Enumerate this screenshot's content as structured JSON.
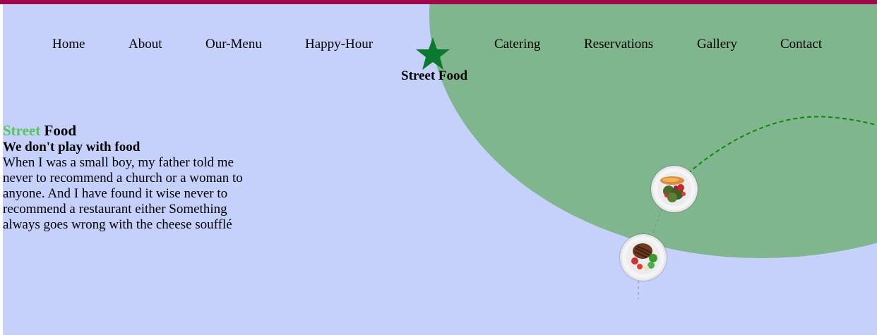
{
  "colors": {
    "page_bg": "#c5d1fb",
    "top_bar": "#a0064a",
    "green_blob": "#80b68e",
    "accent_text": "#55c65a",
    "star": "#0b7a2f",
    "curve": "#0a8a0a"
  },
  "nav": {
    "items": [
      "Home",
      "About",
      "Our-Menu",
      "Happy-Hour",
      "Catering",
      "Reservations",
      "Gallery",
      "Contact"
    ]
  },
  "logo": {
    "icon": "star-icon",
    "text": "Street Food"
  },
  "hero": {
    "title_accent": "Street",
    "title_rest": "Food",
    "subtitle": "We don't play with food",
    "body": "When I was a small boy, my father told me never to recommend a church or a woman to anyone. And I have found it wise never to recommend a restaurant either Something always goes wrong with the cheese soufflé"
  },
  "images": [
    "salad-plate-image",
    "steak-plate-image"
  ]
}
